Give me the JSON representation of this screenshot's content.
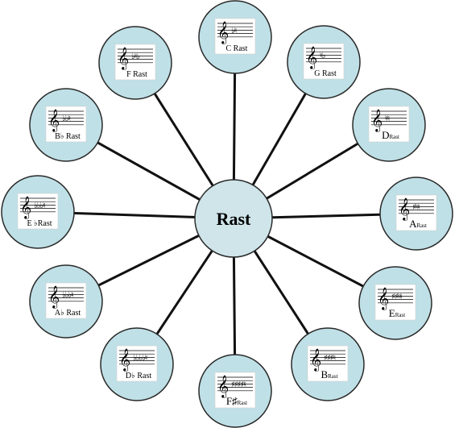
{
  "center": {
    "label": "Rast"
  },
  "nodes": [
    {
      "id": "c",
      "label": "C Rast",
      "accidentals": "♭♮"
    },
    {
      "id": "g",
      "label": "G  Rast",
      "accidentals": "♮♭"
    },
    {
      "id": "d",
      "label": "D",
      "label_small": "Rast",
      "accidentals": "♮♮"
    },
    {
      "id": "a",
      "label": "A",
      "label_small": "Rast",
      "accidentals": "♯♮♮"
    },
    {
      "id": "e",
      "label": "E",
      "label_small": "Rast",
      "accidentals": "♯♯♮♮"
    },
    {
      "id": "b",
      "label": "B",
      "label_small": "Rast",
      "accidentals": "♯♯♯♮"
    },
    {
      "id": "fs",
      "label": "F♯",
      "label_small": "Rast",
      "accidentals": "♯♯♯♯♮"
    },
    {
      "id": "db",
      "label": "D♭ Rast",
      "accidentals": "♭♭♭♭♮"
    },
    {
      "id": "ab",
      "label": "A♭ Rast",
      "accidentals": "♭♭♭♮"
    },
    {
      "id": "eb",
      "label": "E ♭Rast",
      "accidentals": "♭♭♭♮"
    },
    {
      "id": "bb",
      "label": "B♭  Rast",
      "accidentals": "♭♭♮"
    },
    {
      "id": "f",
      "label": "F Rast",
      "accidentals": "♭♮♭"
    }
  ],
  "colors": {
    "node_fill": "#bfe0e6",
    "center_fill": "#cfe5ea",
    "spoke": "#111111"
  },
  "icons": {
    "clef": "treble-clef-icon"
  }
}
